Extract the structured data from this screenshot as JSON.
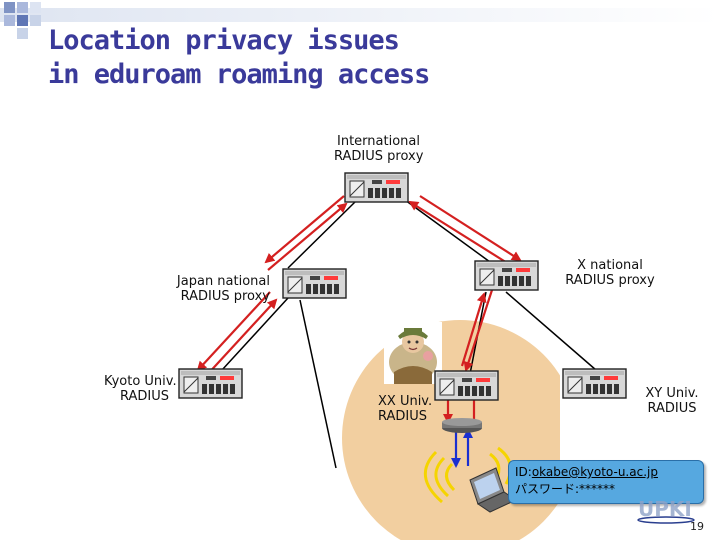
{
  "slide": {
    "title_line1": "Location privacy issues",
    "title_line2": "in eduroam roaming access",
    "page_number": "19"
  },
  "nodes": {
    "international": {
      "line1": "International",
      "line2": "RADIUS proxy"
    },
    "japan": {
      "line1": "Japan national",
      "line2": "RADIUS proxy"
    },
    "x_national": {
      "line1": "X national",
      "line2": "RADIUS proxy"
    },
    "kyoto": {
      "line1": "Kyoto Univ.",
      "line2": "RADIUS"
    },
    "xx_univ": {
      "line1": "XX Univ.",
      "line2": "RADIUS"
    },
    "xy_univ": {
      "line1": "XY Univ.",
      "line2": "RADIUS"
    }
  },
  "credentials": {
    "id_prefix": "ID:",
    "id_value": "okabe@kyoto-u.ac.jp",
    "password_line": "パスワード:******"
  },
  "colors": {
    "title": "#3a3a9a",
    "arrow_red": "#d42020",
    "arrow_blue": "#1a2fd0",
    "campus_circle": "#f2cfa0",
    "signal_yellow": "#f5d400",
    "callout": "#56a8e0"
  },
  "icons": {
    "server": "rack-server-icon",
    "laptop": "laptop-icon",
    "access_point": "access-point-icon",
    "user": "traveler-user-icon"
  }
}
